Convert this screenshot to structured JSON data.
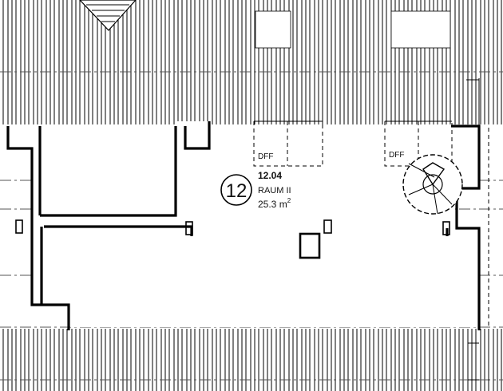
{
  "room": {
    "number": "12",
    "code": "12.04",
    "name": "RAUM II",
    "area_value": "25.3 m",
    "area_exponent": "2"
  },
  "skylights": [
    {
      "label": "DFF"
    },
    {
      "label": "DFF"
    }
  ],
  "colors": {
    "line": "#000000",
    "background": "#ffffff"
  }
}
